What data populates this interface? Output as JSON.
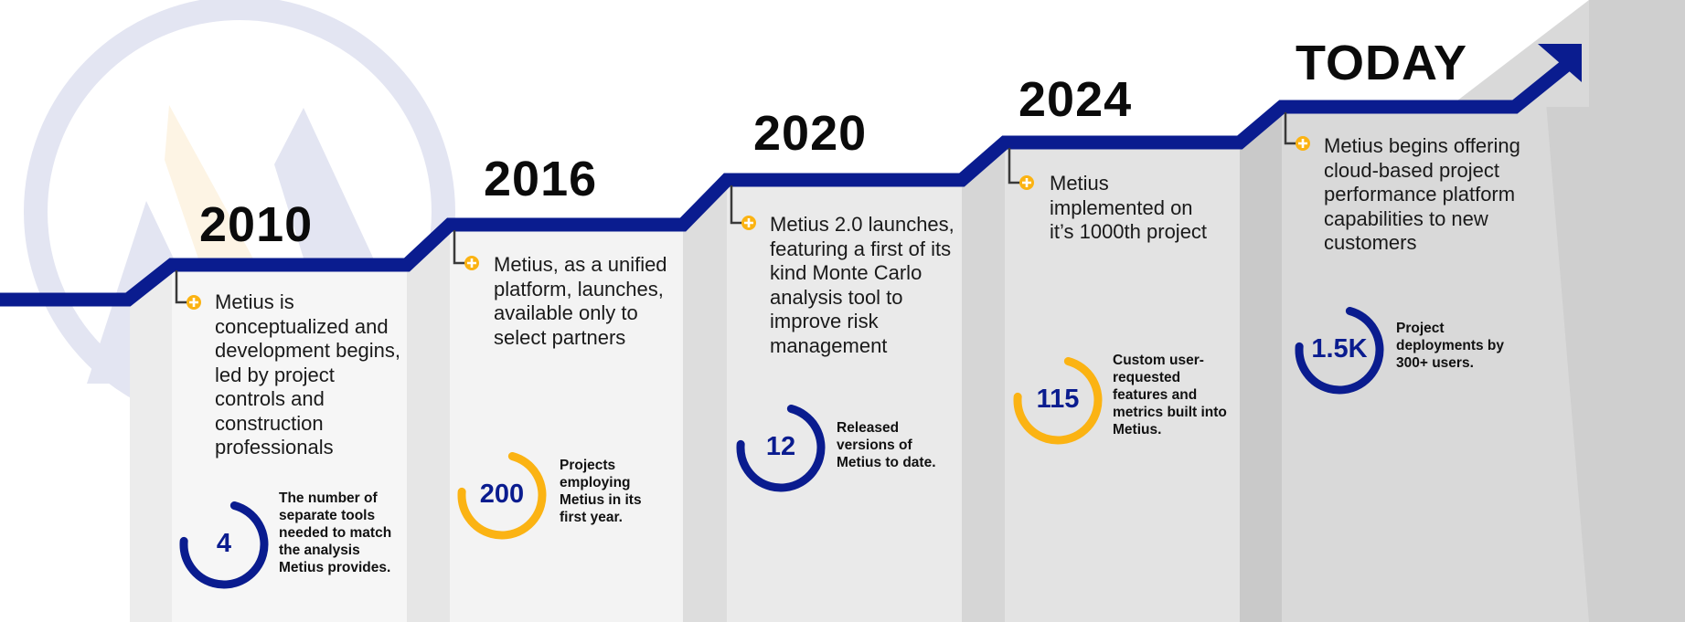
{
  "colors": {
    "navy": "#0a1c8f",
    "gold": "#fbb313",
    "watermark_ring": "#e3e5f2",
    "watermark_gold": "#fdf4e4"
  },
  "icons": {
    "bullet": "plus-circle-icon",
    "arrow": "arrow-up-right-icon"
  },
  "milestones": [
    {
      "year": "2010",
      "description": "Metius is conceptualized and development begins, led by project controls and construction professionals",
      "stat_value": "4",
      "stat_label": "The number of separate tools needed to match the analysis Metius provides.",
      "ring_color": "navy",
      "ring_fraction": 0.72
    },
    {
      "year": "2016",
      "description": "Metius, as a unified platform, launches, available only to select partners",
      "stat_value": "200",
      "stat_label": "Projects employing Metius in its first year.",
      "ring_color": "gold",
      "ring_fraction": 0.72
    },
    {
      "year": "2020",
      "description": "Metius 2.0 launches, featuring a first of its kind Monte Carlo analysis tool to improve risk management",
      "stat_value": "12",
      "stat_label": "Released versions of Metius to date.",
      "ring_color": "navy",
      "ring_fraction": 0.72
    },
    {
      "year": "2024",
      "description": "Metius implemented on it’s 1000th project",
      "stat_value": "115",
      "stat_label": "Custom user-requested features and metrics built into Metius.",
      "ring_color": "gold",
      "ring_fraction": 0.72
    },
    {
      "year": "TODAY",
      "description": "Metius begins offering cloud-based project performance platform capabilities to new customers",
      "stat_value": "1.5K",
      "stat_label": "Project deployments by 300+ users.",
      "ring_color": "navy",
      "ring_fraction": 0.72
    }
  ]
}
